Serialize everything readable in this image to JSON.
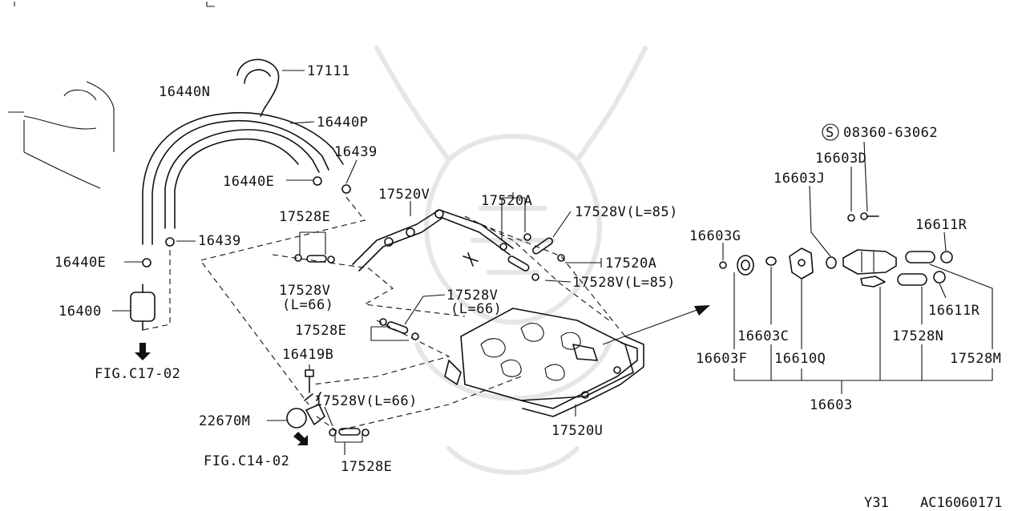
{
  "labels": {
    "p17111": "17111",
    "p16440N": "16440N",
    "p16440P": "16440P",
    "p16439a": "16439",
    "p16440Ea": "16440E",
    "p16439b": "16439",
    "p16440Eb": "16440E",
    "p16400": "16400",
    "figC1702": "FIG.C17-02",
    "p17520V": "17520V",
    "p17528Ea": "17528E",
    "p17528V66a": "17528V",
    "p17528V66a_len": "(L=66)",
    "p17520Aa": "17520A",
    "p17528V85a": "17528V(L=85)",
    "p17520Ab": "17520A",
    "p17528V85b": "17528V(L=85)",
    "p17528V66b": "17528V",
    "p17528V66b_len": "(L=66)",
    "p17528Eb": "17528E",
    "p16419B": "16419B",
    "p17528V66c": "17528V(L=66)",
    "p22670M": "22670M",
    "figC1402": "FIG.C14-02",
    "p17528Ec": "17528E",
    "p17520U": "17520U",
    "p08360": "08360-63062",
    "p08360_marker": "S",
    "p16603D": "16603D",
    "p16603J": "16603J",
    "p16603G": "16603G",
    "p16611Ra": "16611R",
    "p16611Rb": "16611R",
    "p16603C": "16603C",
    "p16603F": "16603F",
    "p16610Q": "16610Q",
    "p17528N": "17528N",
    "p17528M": "17528M",
    "p16603": "16603"
  },
  "footer": {
    "model": "Y31",
    "code": "AC16060171"
  }
}
